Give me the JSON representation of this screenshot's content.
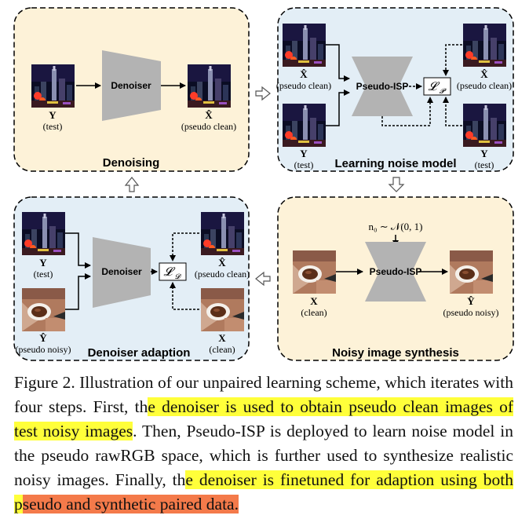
{
  "panels": {
    "denoising": {
      "title": "Denoising",
      "block": "Denoiser",
      "in_sym": "Y",
      "in_sub": "(test)",
      "out_sym": "X̂",
      "out_sub": "(pseudo clean)"
    },
    "learning": {
      "title": "Learning noise model",
      "block": "Pseudo-ISP",
      "loss": "𝓛",
      "loss_sub": "𝓟",
      "l_top_sym": "X̂",
      "l_top_sub": "(pseudo clean)",
      "l_bot_sym": "Y",
      "l_bot_sub": "(test)",
      "r_top_sym": "X̂",
      "r_top_sub": "(pseudo clean)",
      "r_bot_sym": "Y",
      "r_bot_sub": "(test)"
    },
    "adaption": {
      "title": "Denoiser adaption",
      "block": "Denoiser",
      "loss": "𝓛",
      "loss_sub": "𝓓",
      "l_top_sym": "Y",
      "l_top_sub": "(test)",
      "l_bot_sym": "Ŷ",
      "l_bot_sub": "(pseudo noisy)",
      "r_top_sym": "X̂",
      "r_top_sub": "(pseudo clean)",
      "r_bot_sym": "X",
      "r_bot_sub": "(clean)"
    },
    "synthesis": {
      "title": "Noisy image synthesis",
      "block": "Pseudo-ISP",
      "noise": "n₀ ∼ 𝒩(0, 1)",
      "in_sym": "X",
      "in_sub": "(clean)",
      "out_sym": "Ŷ",
      "out_sub": "(pseudo noisy)"
    }
  },
  "caption": {
    "p1": "Figure 2. Illustration of our unpaired learning scheme, which iterates with four steps. First, th",
    "h1": "e denoiser is used to obtain pseudo clean images of test noisy images",
    "p2": ". Then, Pseudo-ISP is deployed to learn noise model in the pseudo rawRGB space, which is further used to synthesize realistic noisy images. Finally, th",
    "h2": "e denoiser is finetuned for adaption using both p",
    "h3": "seudo and synthetic paired data."
  },
  "colors": {
    "yellow_panel": "#fdf2d8",
    "blue_panel": "#e3eef6",
    "highlight_yellow": "#ffff3a",
    "highlight_orange": "#f47a4a",
    "block_gray": "#b3b3b3"
  }
}
